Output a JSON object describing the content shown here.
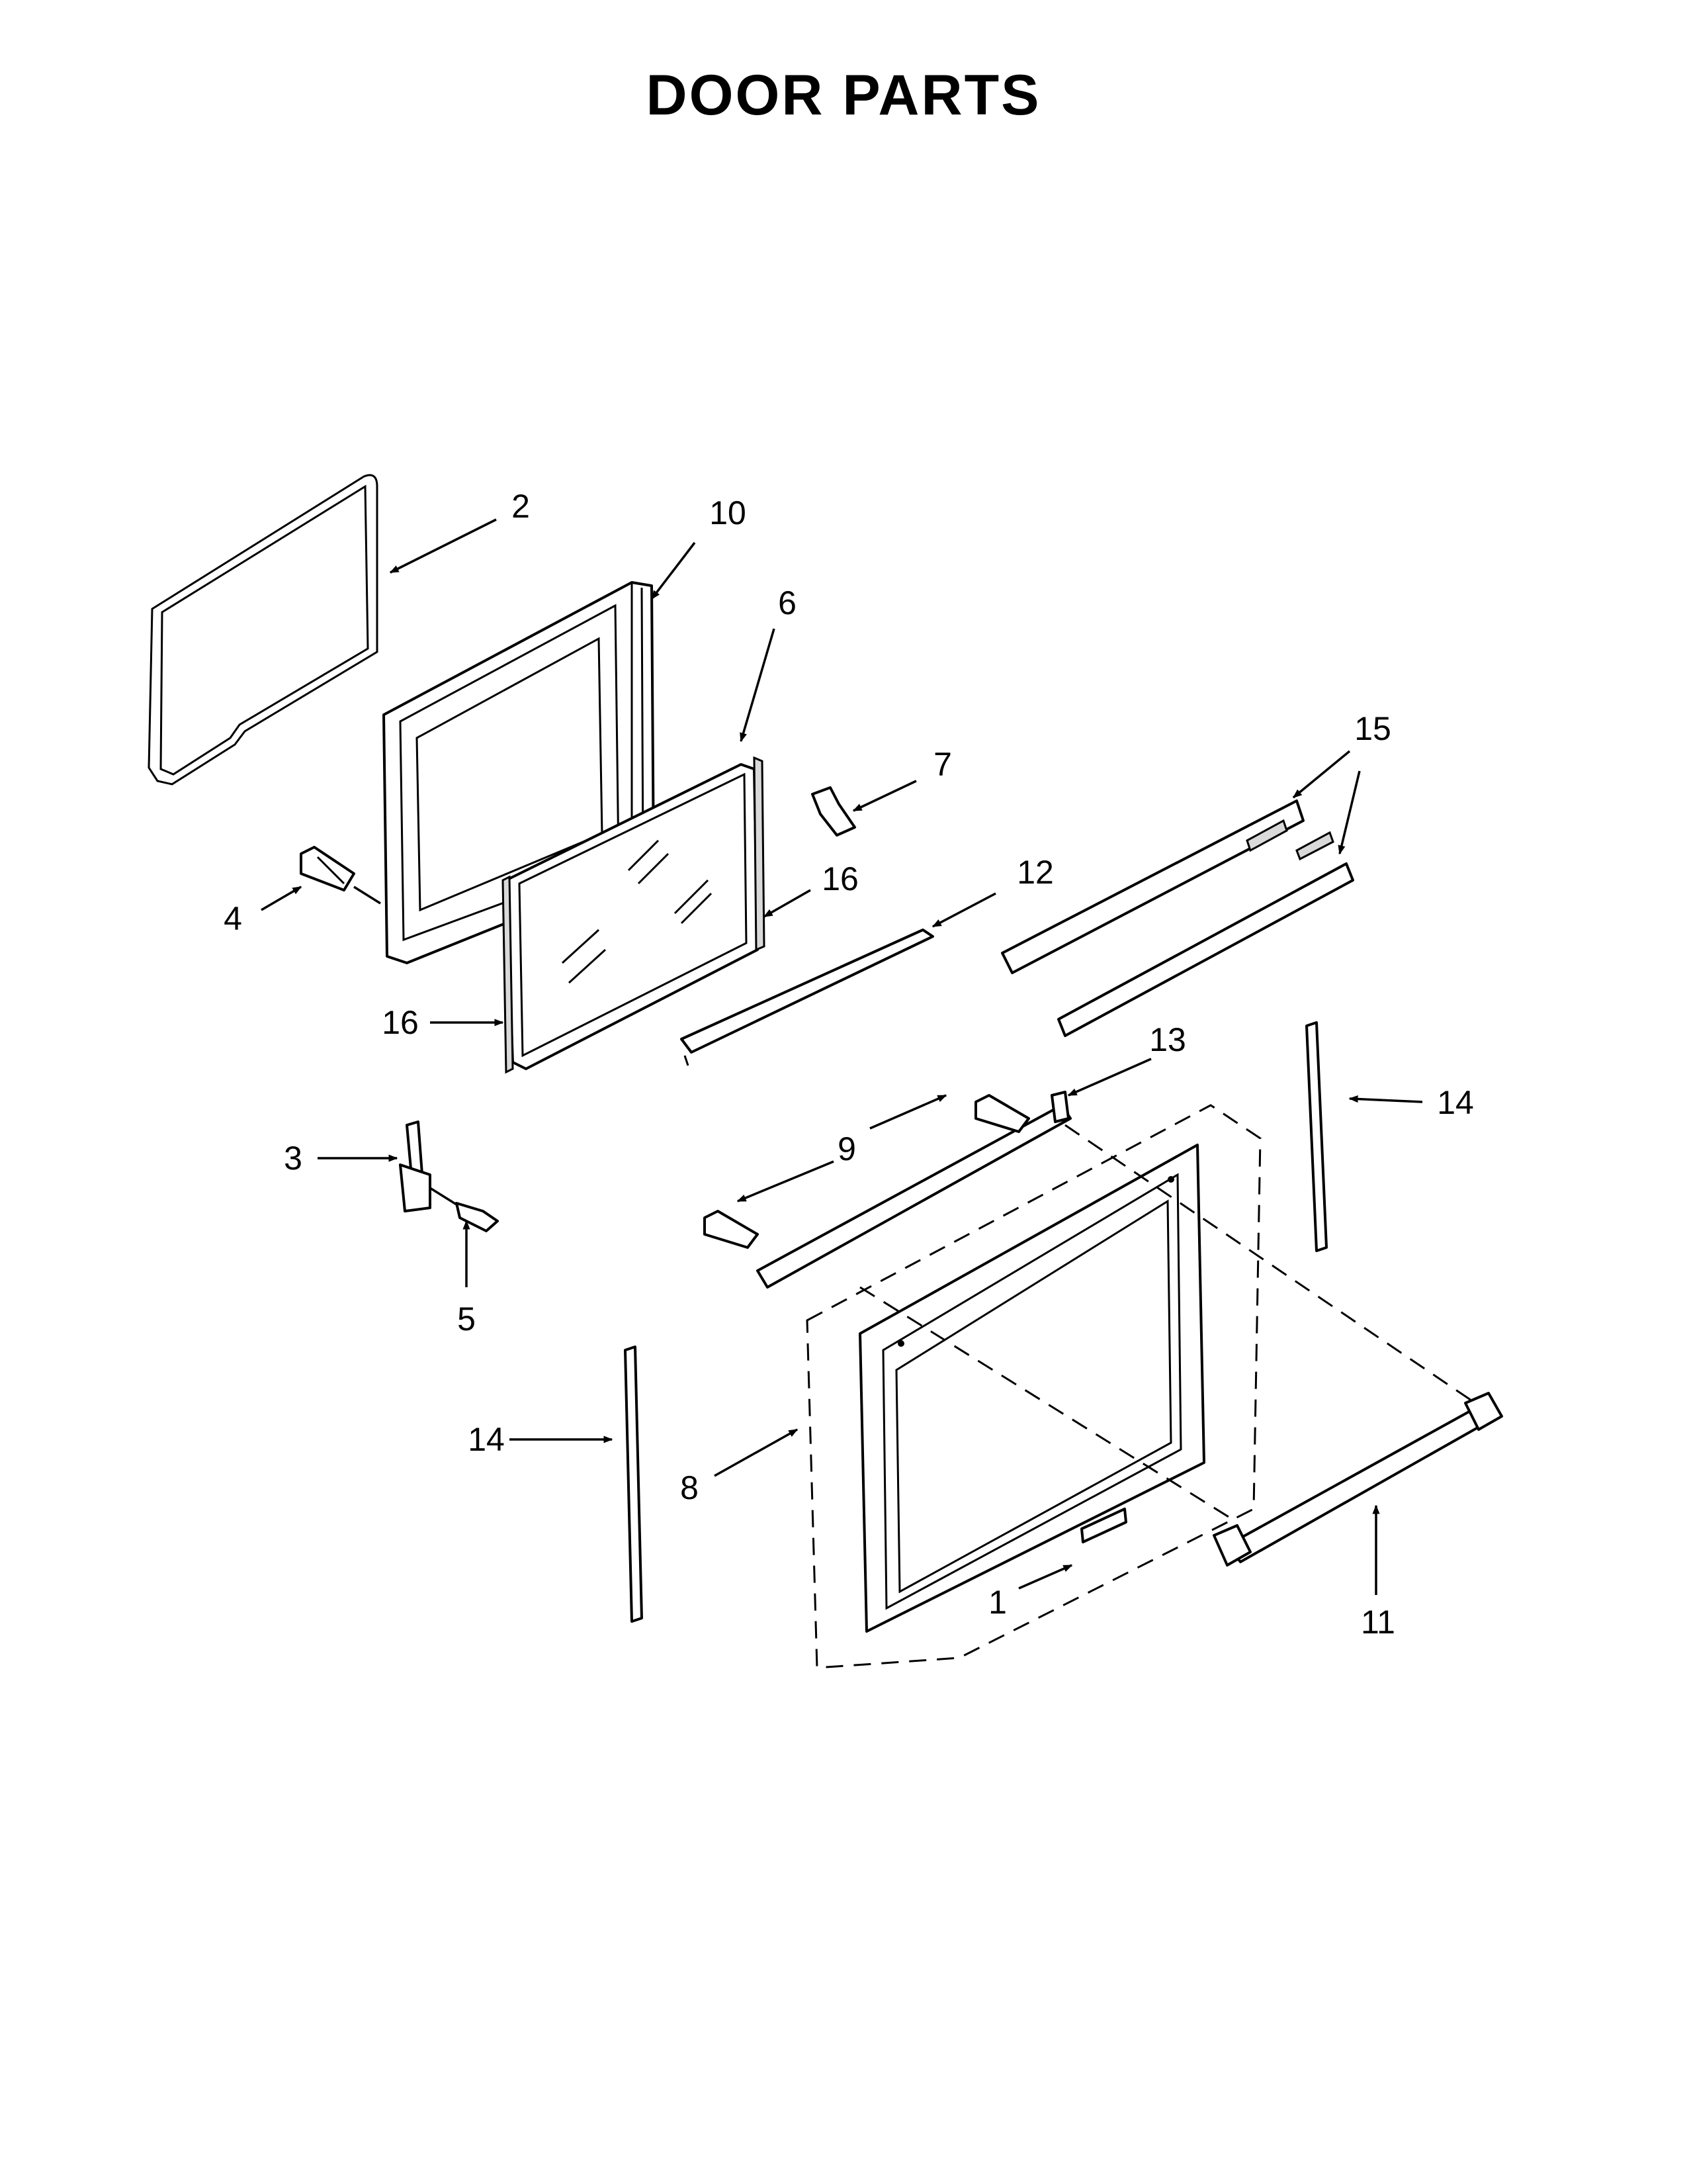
{
  "title": "DOOR PARTS",
  "labels": {
    "p1": "1",
    "p2": "2",
    "p3": "3",
    "p4": "4",
    "p5": "5",
    "p6": "6",
    "p7": "7",
    "p8": "8",
    "p9": "9",
    "p10": "10",
    "p11": "11",
    "p12": "12",
    "p13": "13",
    "p14a": "14",
    "p14b": "14",
    "p15": "15",
    "p16a": "16",
    "p16b": "16"
  }
}
